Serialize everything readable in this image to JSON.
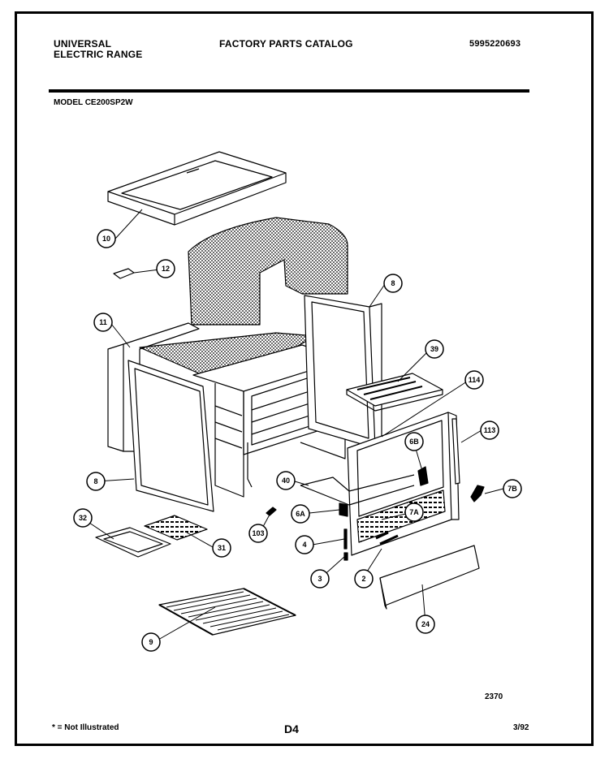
{
  "header": {
    "brand_line1": "UNIVERSAL",
    "brand_line2": "ELECTRIC RANGE",
    "catalog_title": "FACTORY PARTS CATALOG",
    "catalog_number": "5995220693"
  },
  "model_label": "MODEL CE200SP2W",
  "parts": {
    "p10": "10",
    "p12": "12",
    "p11": "11",
    "p8_top": "8",
    "p8_left": "8",
    "p39": "39",
    "p114": "114",
    "p113": "113",
    "p6B": "6B",
    "p7B": "7B",
    "p40": "40",
    "p6A": "6A",
    "p7A": "7A",
    "p103": "103",
    "p4": "4",
    "p3": "3",
    "p2": "2",
    "p24": "24",
    "p32": "32",
    "p31": "31",
    "p9": "9"
  },
  "footer": {
    "not_illustrated": "* = Not Illustrated",
    "page_code": "D4",
    "date": "3/92",
    "diagram_code": "2370"
  }
}
